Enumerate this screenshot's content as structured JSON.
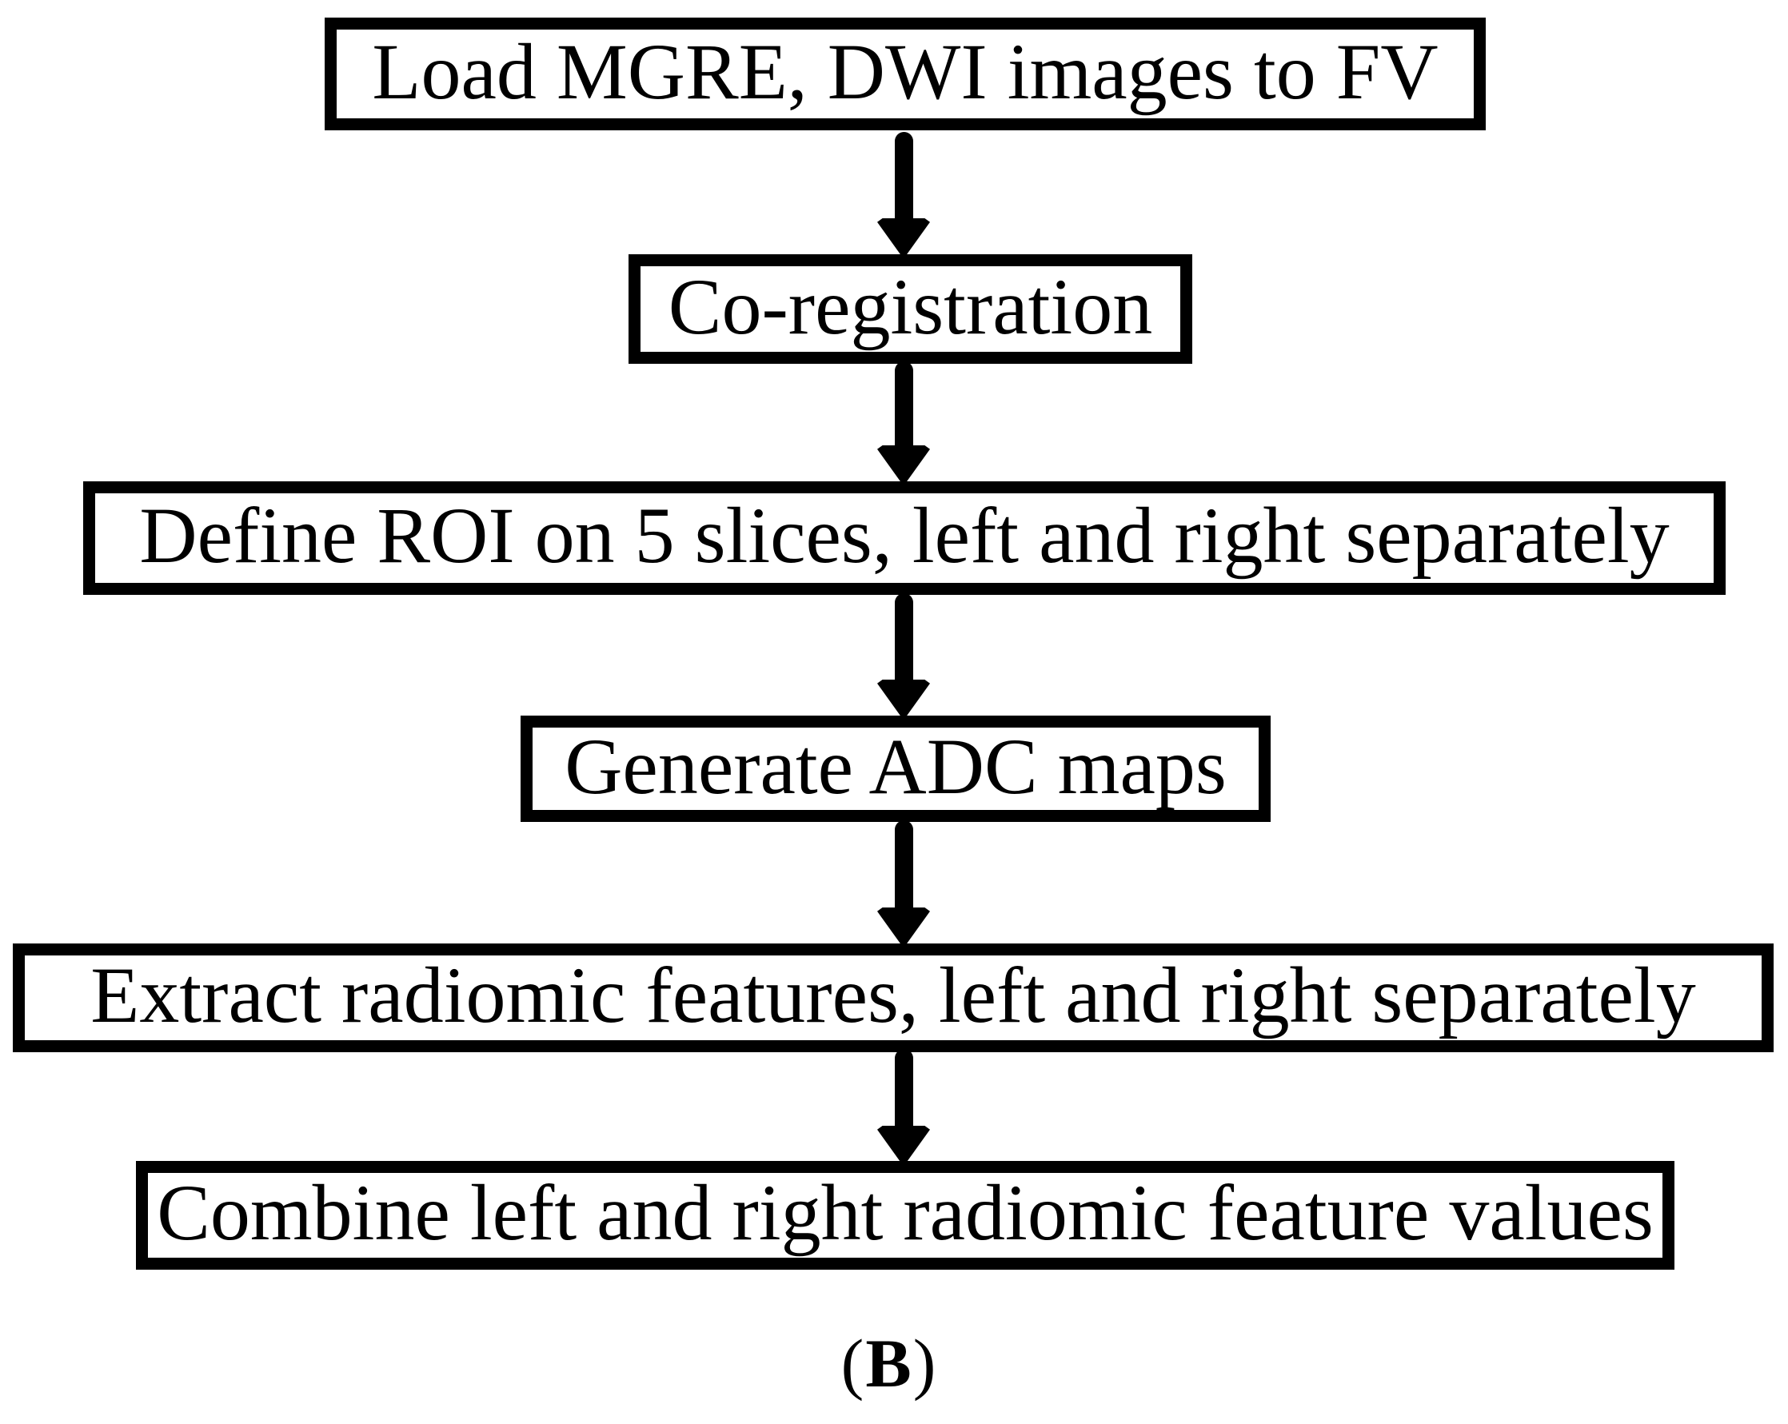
{
  "figure_type": "flowchart",
  "colors": {
    "background": "#ffffff",
    "box_border": "#000000",
    "box_fill": "#ffffff",
    "arrow": "#000000",
    "text": "#000000"
  },
  "flowchart": {
    "direction": "top-down",
    "steps": [
      {
        "label": "Load MGRE, DWI images to FV"
      },
      {
        "label": "Co-registration"
      },
      {
        "label": "Define ROI on 5 slices, left and right separately"
      },
      {
        "label": "Generate ADC maps"
      },
      {
        "label": "Extract radiomic features, left and right separately"
      },
      {
        "label": "Combine left and right radiomic feature values"
      }
    ],
    "connectors": [
      {
        "from": 1,
        "to": 2,
        "type": "arrow-down"
      },
      {
        "from": 2,
        "to": 3,
        "type": "arrow-down"
      },
      {
        "from": 3,
        "to": 4,
        "type": "arrow-down"
      },
      {
        "from": 4,
        "to": 5,
        "type": "arrow-down"
      },
      {
        "from": 5,
        "to": 6,
        "type": "arrow-down"
      }
    ]
  },
  "caption": {
    "open": "(",
    "letter": "B",
    "close": ")"
  }
}
